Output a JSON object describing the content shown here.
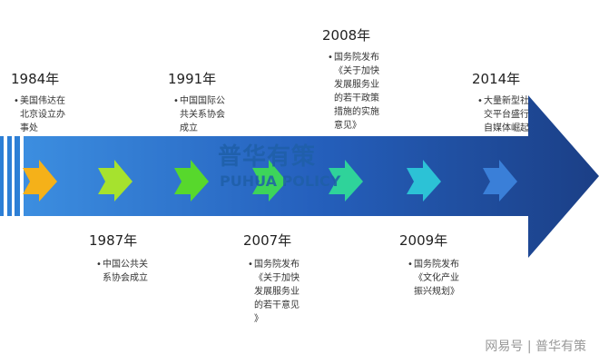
{
  "events": [
    {
      "year": "1984年",
      "text": "美国伟达在\n北京设立办\n事处",
      "chevron": "#f5b119"
    },
    {
      "year": "1987年",
      "text": "中国公共关\n系协会成立",
      "chevron": "#a6e22e"
    },
    {
      "year": "1991年",
      "text": "中国国际公\n共关系协会\n成立",
      "chevron": "#57d82c"
    },
    {
      "year": "2007年",
      "text": "国务院发布\n《关于加快\n发展服务业\n的若干意见\n》",
      "chevron": "#3dd45a"
    },
    {
      "year": "2008年",
      "text": "国务院发布\n《关于加快\n发展服务业\n的若干政策\n措施的实施\n意见》",
      "chevron": "#2fd39a"
    },
    {
      "year": "2009年",
      "text": "国务院发布\n《文化产业\n振兴规划》",
      "chevron": "#2cc2d6"
    },
    {
      "year": "2014年",
      "text": "大量新型社\n交平台盛行\n自媒体崛起",
      "chevron": "#3a7fd8"
    }
  ],
  "watermark": {
    "cn": "普华有策",
    "en": "PUHUA POLICY"
  },
  "footer": "网易号 | 普华有策"
}
